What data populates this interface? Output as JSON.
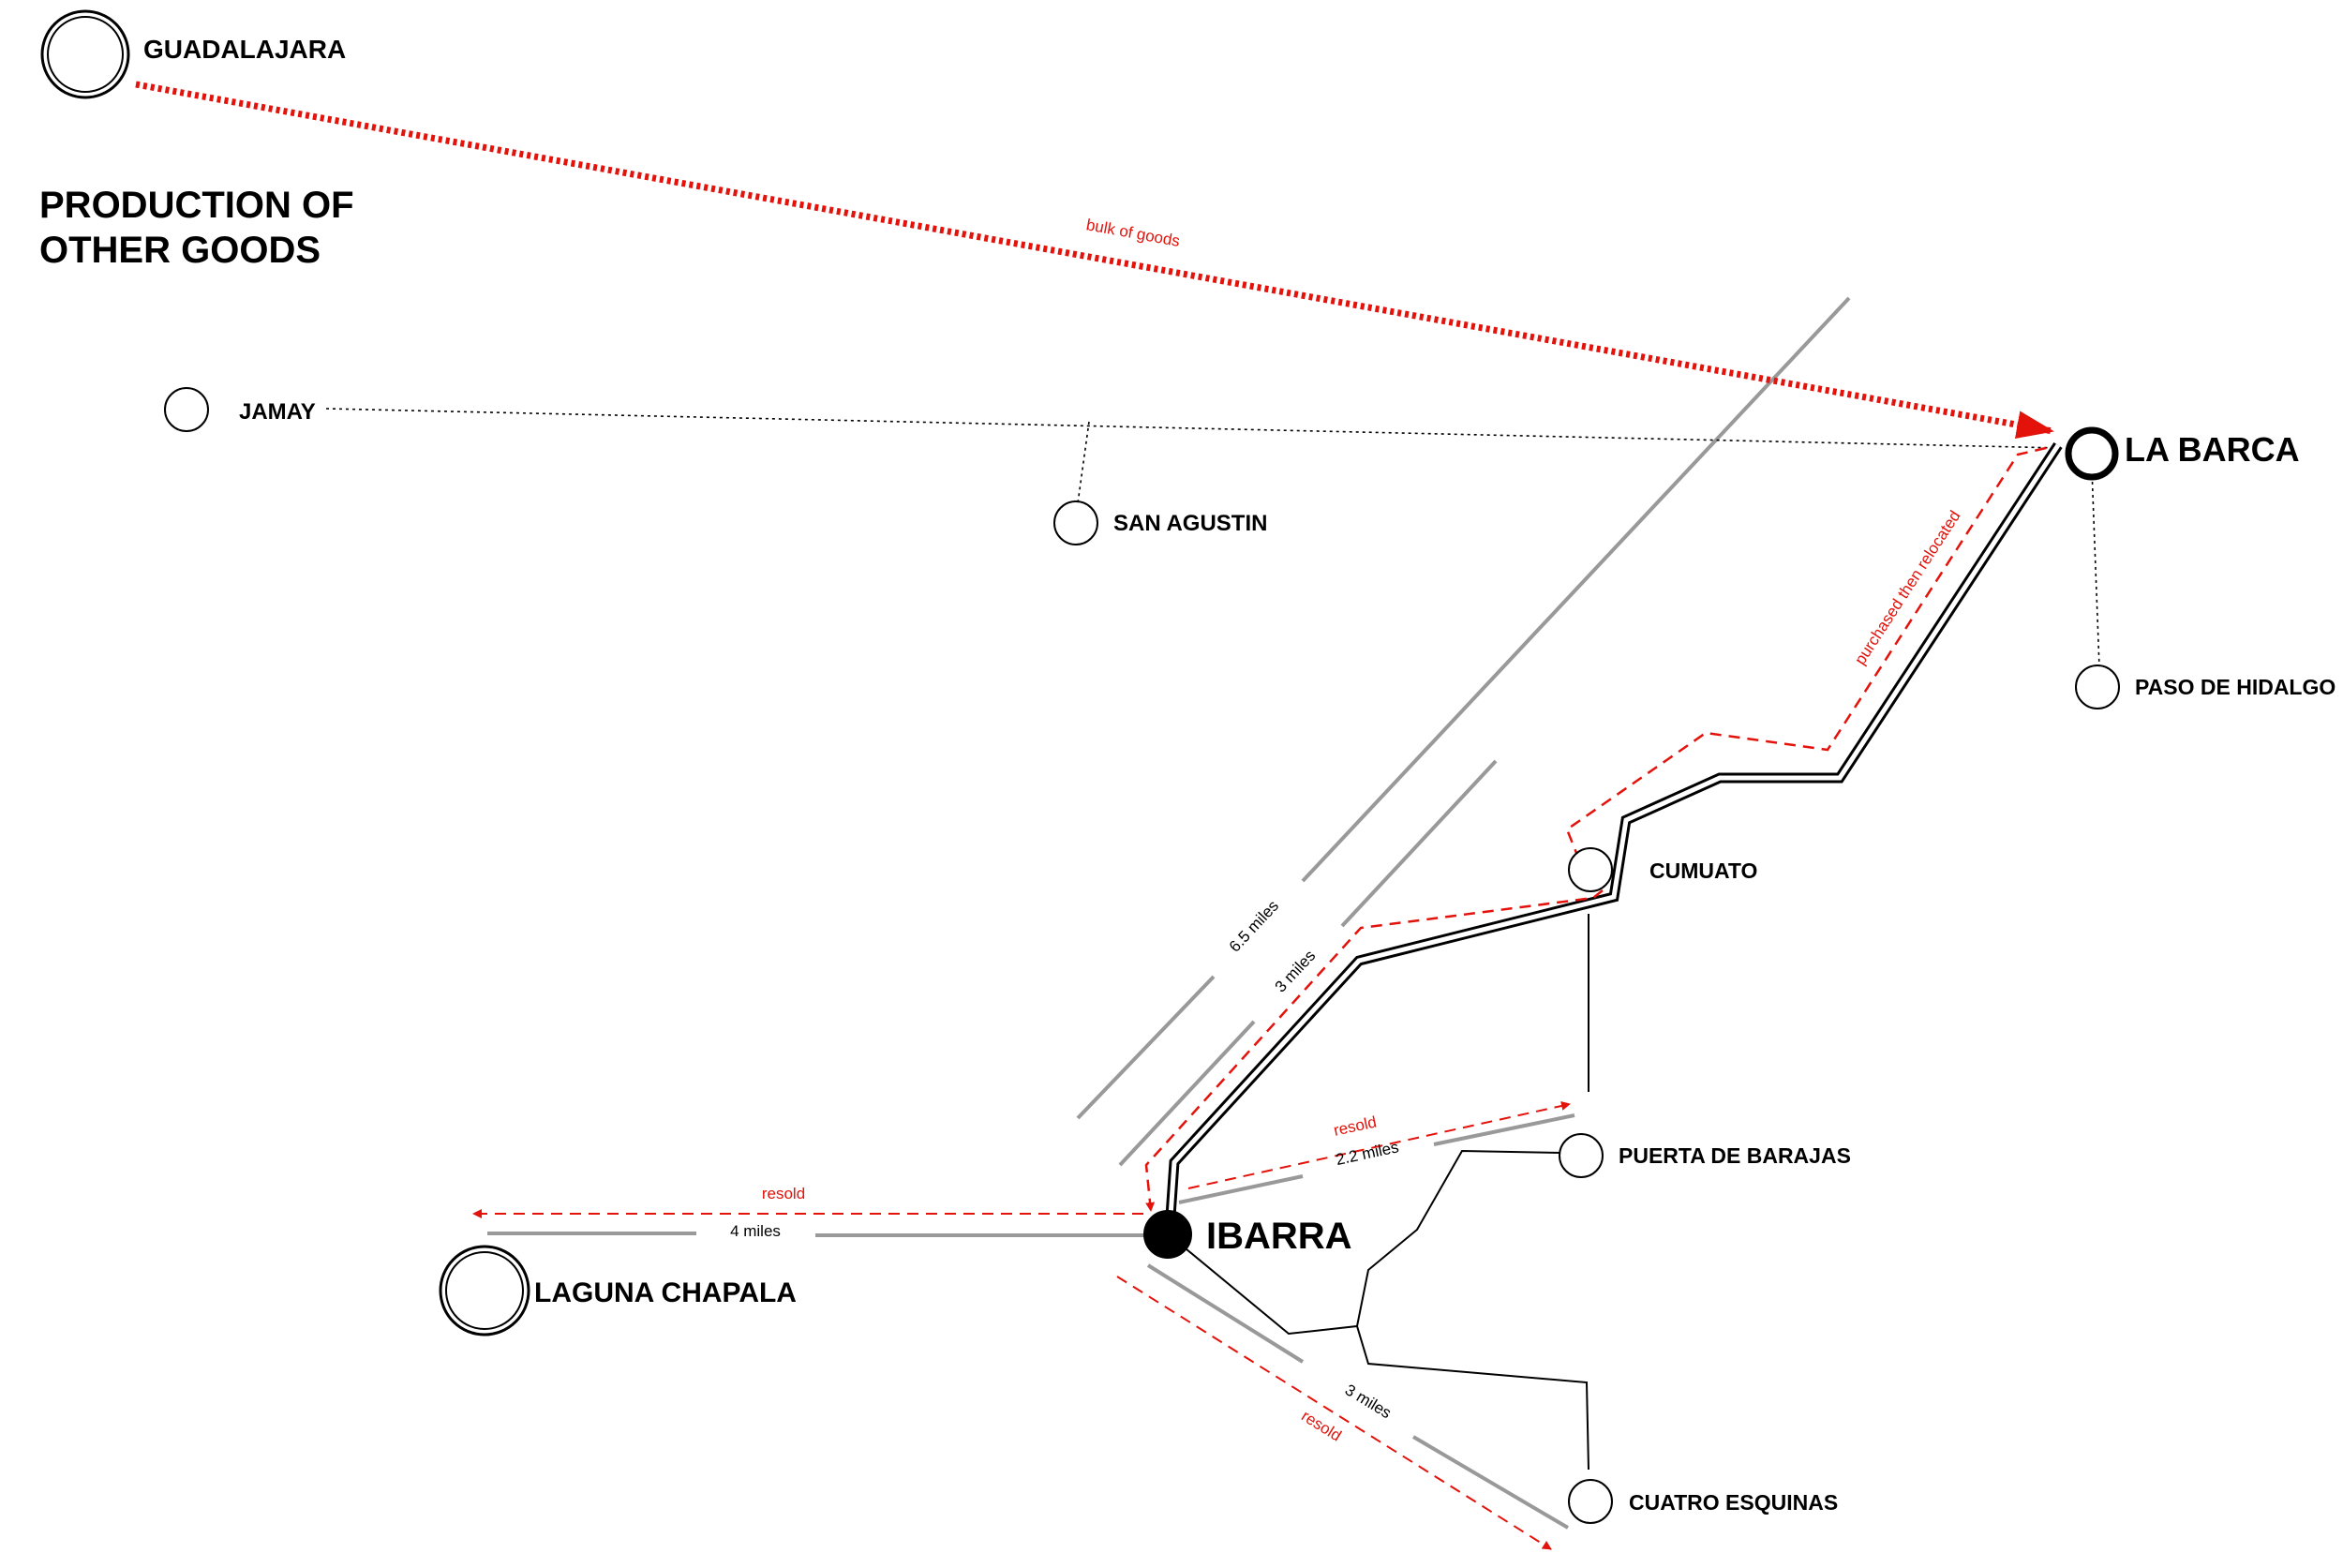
{
  "title": {
    "line1": "PRODUCTION OF",
    "line2": "OTHER GOODS"
  },
  "places": {
    "guadalajara": "GUADALAJARA",
    "jamay": "JAMAY",
    "san_agustin": "SAN AGUSTIN",
    "la_barca": "LA BARCA",
    "paso_de_hidalgo": "PASO DE HIDALGO",
    "cumuato": "CUMUATO",
    "puerta_de_barajas": "PUERTA DE BARAJAS",
    "ibarra": "IBARRA",
    "laguna_chapala": "LAGUNA CHAPALA",
    "cuatro_esquinas": "CUATRO ESQUINAS"
  },
  "distances": {
    "d_6_5": "6.5 miles",
    "d_3_north": "3 miles",
    "d_2_2": "2.2 miles",
    "d_4": "4 miles",
    "d_3_south": "3 miles"
  },
  "flows": {
    "bulk": "bulk of goods",
    "purchased": "purchased then relocated",
    "resold_east": "resold",
    "resold_west": "resold",
    "resold_south": "resold"
  },
  "colors": {
    "flow": "#e3120b",
    "distance_bar": "#999999",
    "road": "#000000"
  }
}
